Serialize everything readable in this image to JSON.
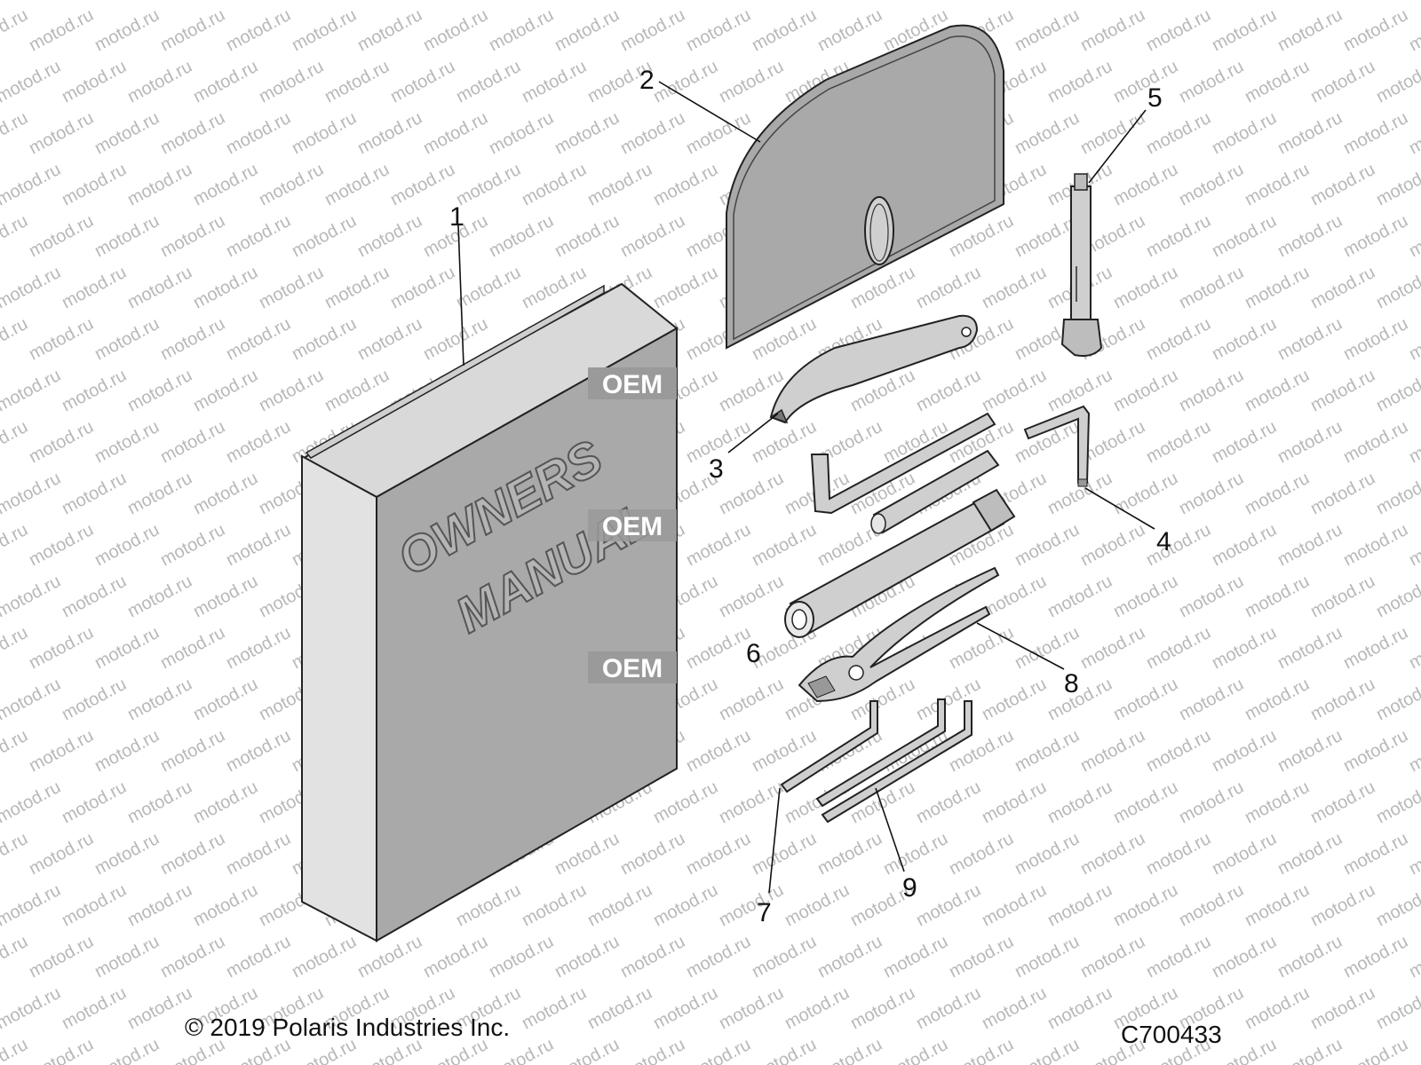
{
  "manual_cover": {
    "line1": "OWNERS",
    "line2": "MANUAL"
  },
  "callouts": [
    {
      "id": "1",
      "label": "1"
    },
    {
      "id": "2",
      "label": "2"
    },
    {
      "id": "3",
      "label": "3"
    },
    {
      "id": "4",
      "label": "4"
    },
    {
      "id": "5",
      "label": "5"
    },
    {
      "id": "6",
      "label": "6"
    },
    {
      "id": "7",
      "label": "7"
    },
    {
      "id": "8",
      "label": "8"
    },
    {
      "id": "9",
      "label": "9"
    }
  ],
  "stamp_label": "OEM",
  "watermark_text": "motod.ru",
  "footer": {
    "copyright": "© 2019 Polaris Industries Inc.",
    "figure_id": "C700433"
  },
  "colors": {
    "part_fill": "#a9a9a9",
    "part_edge": "#222222",
    "stamp_bg": "#9a9a9a",
    "watermark": "#b8b8b8"
  }
}
